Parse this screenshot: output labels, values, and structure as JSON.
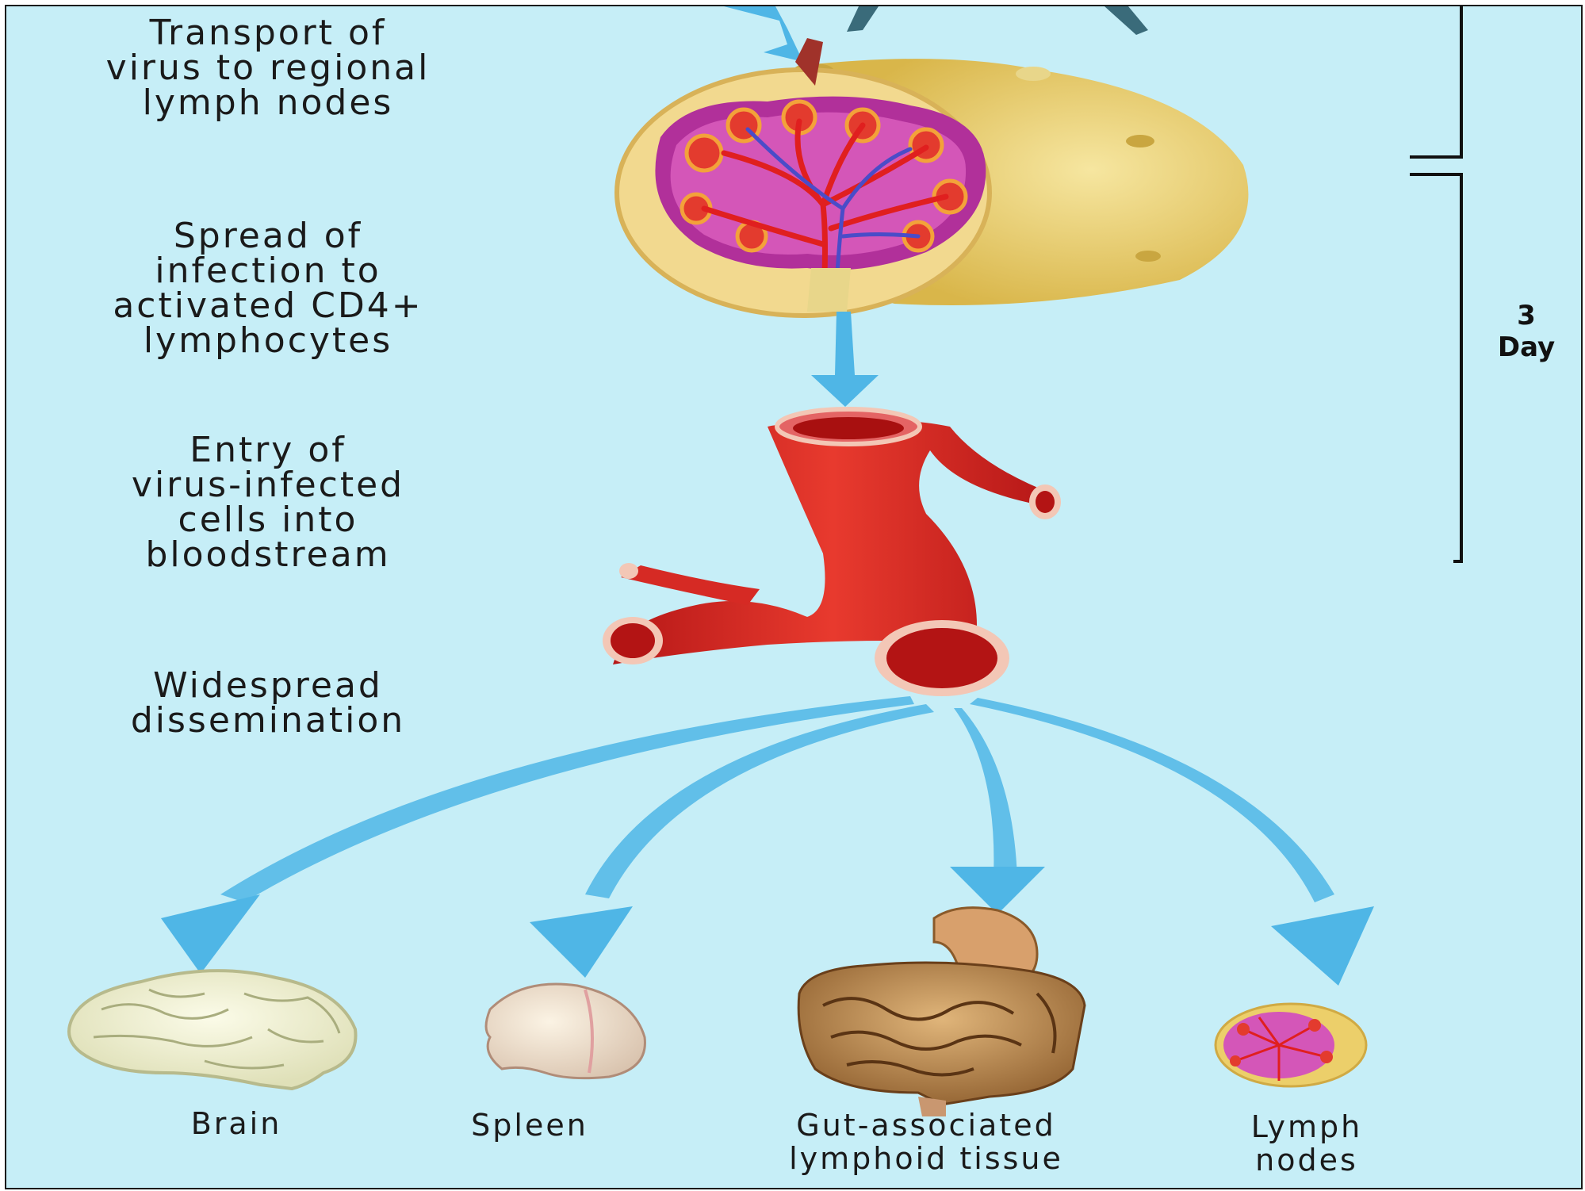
{
  "stages": [
    {
      "lines": [
        "Transport of",
        "virus to regional",
        "lymph nodes"
      ]
    },
    {
      "lines": [
        "Spread of",
        "infection to",
        "activated CD4+",
        "lymphocytes"
      ]
    },
    {
      "lines": [
        "Entry of",
        "virus-infected",
        "cells into",
        "bloodstream"
      ]
    },
    {
      "lines": [
        "Widespread",
        "dissemination"
      ]
    }
  ],
  "duration": {
    "value": "3",
    "unit": "Day"
  },
  "destinations": [
    {
      "lines": [
        "Brain"
      ]
    },
    {
      "lines": [
        "Spleen"
      ]
    },
    {
      "lines": [
        "Gut-associated",
        "lymphoid tissue"
      ]
    },
    {
      "lines": [
        "Lymph",
        "nodes"
      ]
    }
  ],
  "colors": {
    "background": "#c6eef7",
    "arrow": "#4fb6e6",
    "vessel": "#d92424",
    "lymph_node": "#eccf6a",
    "node_tissue": "#c8389a"
  }
}
